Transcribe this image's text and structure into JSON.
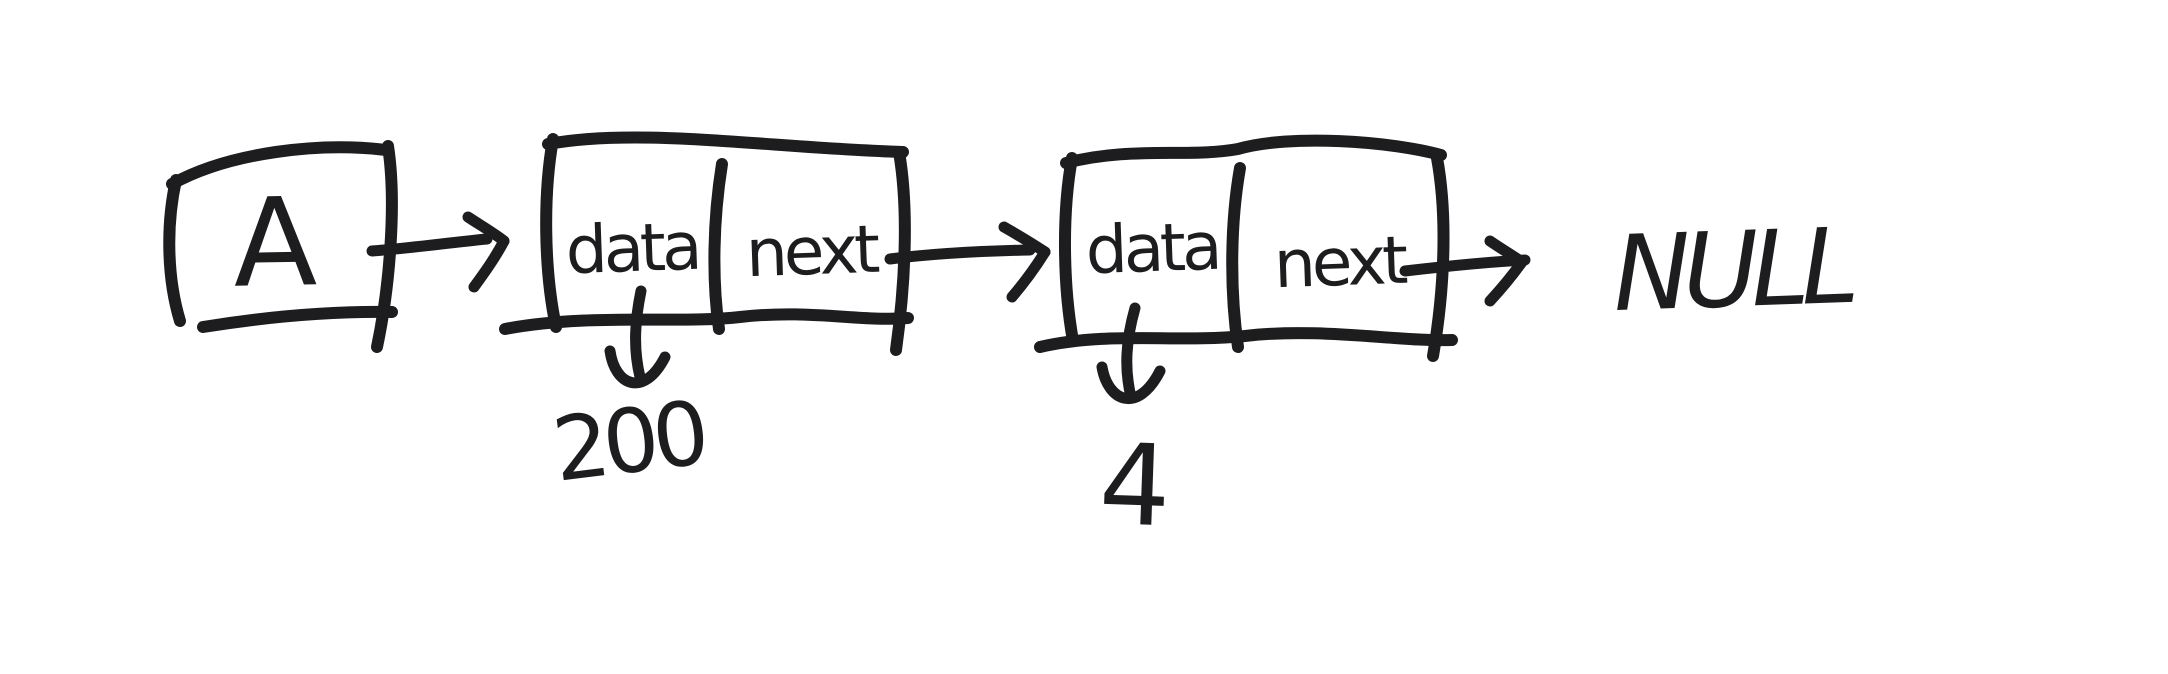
{
  "diagram": {
    "head": {
      "label": "A"
    },
    "nodes": [
      {
        "data_label": "data",
        "next_label": "next",
        "value": "200"
      },
      {
        "data_label": "data",
        "next_label": "next",
        "value": "4"
      }
    ],
    "terminator_label": "NULL",
    "colors": {
      "ink": "#1d1d20",
      "background": "#ffffff"
    }
  }
}
